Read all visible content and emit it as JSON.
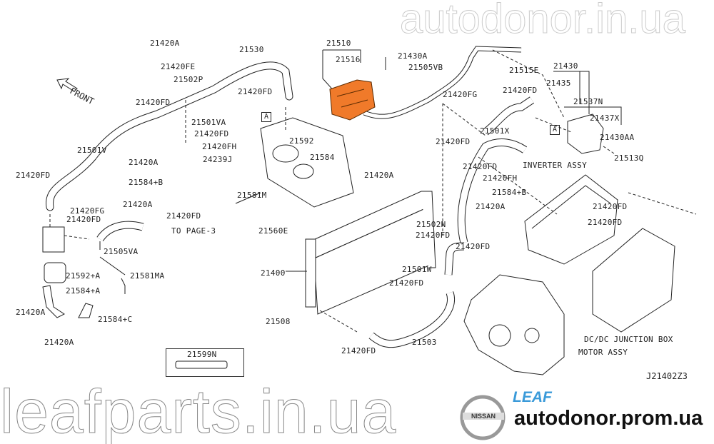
{
  "diagram": {
    "front_label": "FRONT",
    "code": "J21402Z3",
    "marker": "A",
    "labels": [
      "21420A",
      "21530",
      "21420FE",
      "21502P",
      "21420FD",
      "21420FD",
      "21501VA",
      "21420FD",
      "21420FH",
      "21420A",
      "24239J",
      "21501V",
      "21420FD",
      "21584+B",
      "21420A",
      "21420FG",
      "21420FD",
      "21420FD",
      "TO PAGE-3",
      "21505VA",
      "21592+A",
      "21581MA",
      "21584+A",
      "21420A",
      "21584+C",
      "21420A",
      "21581M",
      "21560E",
      "21510",
      "21516",
      "21430A",
      "21505VB",
      "21515E",
      "21420FG",
      "21420FD",
      "21430",
      "21435",
      "21537N",
      "21437X",
      "21430AA",
      "21501X",
      "21420FD",
      "21592",
      "21584",
      "21420A",
      "21420FD",
      "INVERTER ASSY",
      "21420FH",
      "21584+B",
      "21420A",
      "21513Q",
      "21420FD",
      "21420FD",
      "21502N",
      "21420FD",
      "21420FD",
      "21400",
      "21501W",
      "21420FD",
      "21508",
      "21420FD",
      "21503",
      "21599N",
      "DC/DC JUNCTION BOX",
      "MOTOR ASSY"
    ],
    "colors": {
      "reservoir": "#f07a2a",
      "leaf": "#3a9ad9"
    }
  },
  "watermarks": {
    "top": "leafparts.in.ua",
    "bottom": "autodonor.in.ua"
  },
  "branding": {
    "logo_text": "NISSAN",
    "model": "LEAF",
    "site": "autodonor.prom.ua"
  }
}
